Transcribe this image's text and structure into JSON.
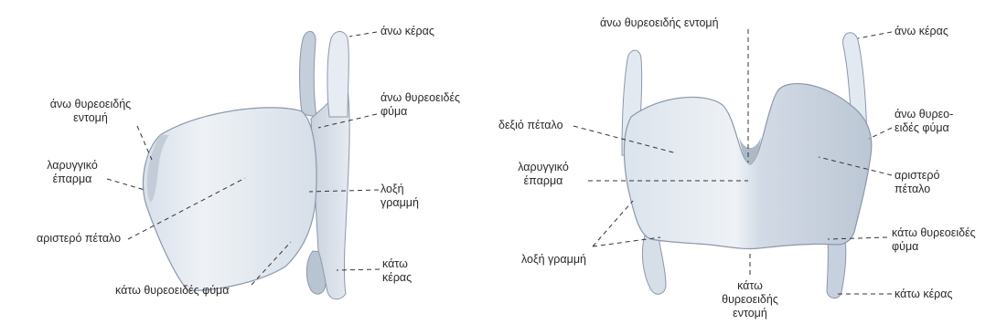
{
  "left_view": {
    "ano_keras": "άνω κέρας",
    "ano_thyreoeides_entomi": "άνω θυρεοειδής εντομή",
    "ano_thyreoeides_fyma": "άνω θυρεοειδές φύμα",
    "laryngiko_eparma": "λαρυγγικό έπαρμα",
    "loxi_grammi": "λοξή γραμμή",
    "aristero_petalo": "αριστερό πέταλο",
    "kato_keras": "κάτω κέρας",
    "kato_thyreoeides_fyma": "κάτω θυρεοειδές φύμα"
  },
  "right_view": {
    "ano_thyreoeides_entomi": "άνω θυρεοειδής εντομή",
    "ano_keras": "άνω κέρας",
    "dexio_petalo": "δεξιό πέταλο",
    "ano_thyreo_eides_fyma": "άνω θυρεο-ειδές φύμα",
    "laryngiko_eparma": "λαρυγγικό έπαρμα",
    "aristero_petalo": "αριστερό πέταλο",
    "kato_thyreoeides_fyma": "κάτω θυρεοειδές φύμα",
    "loxi_grammi": "λοξή γραμμή",
    "kato_thyreoeides_entomi": "κάτω θυρεοειδής εντομή",
    "kato_keras": "κάτω κέρας"
  },
  "colors": {
    "cartilage_light": "#e9eef4",
    "cartilage_mid": "#d4dde8",
    "cartilage_shadow": "#aab6c6",
    "outline": "#8c98a8"
  }
}
